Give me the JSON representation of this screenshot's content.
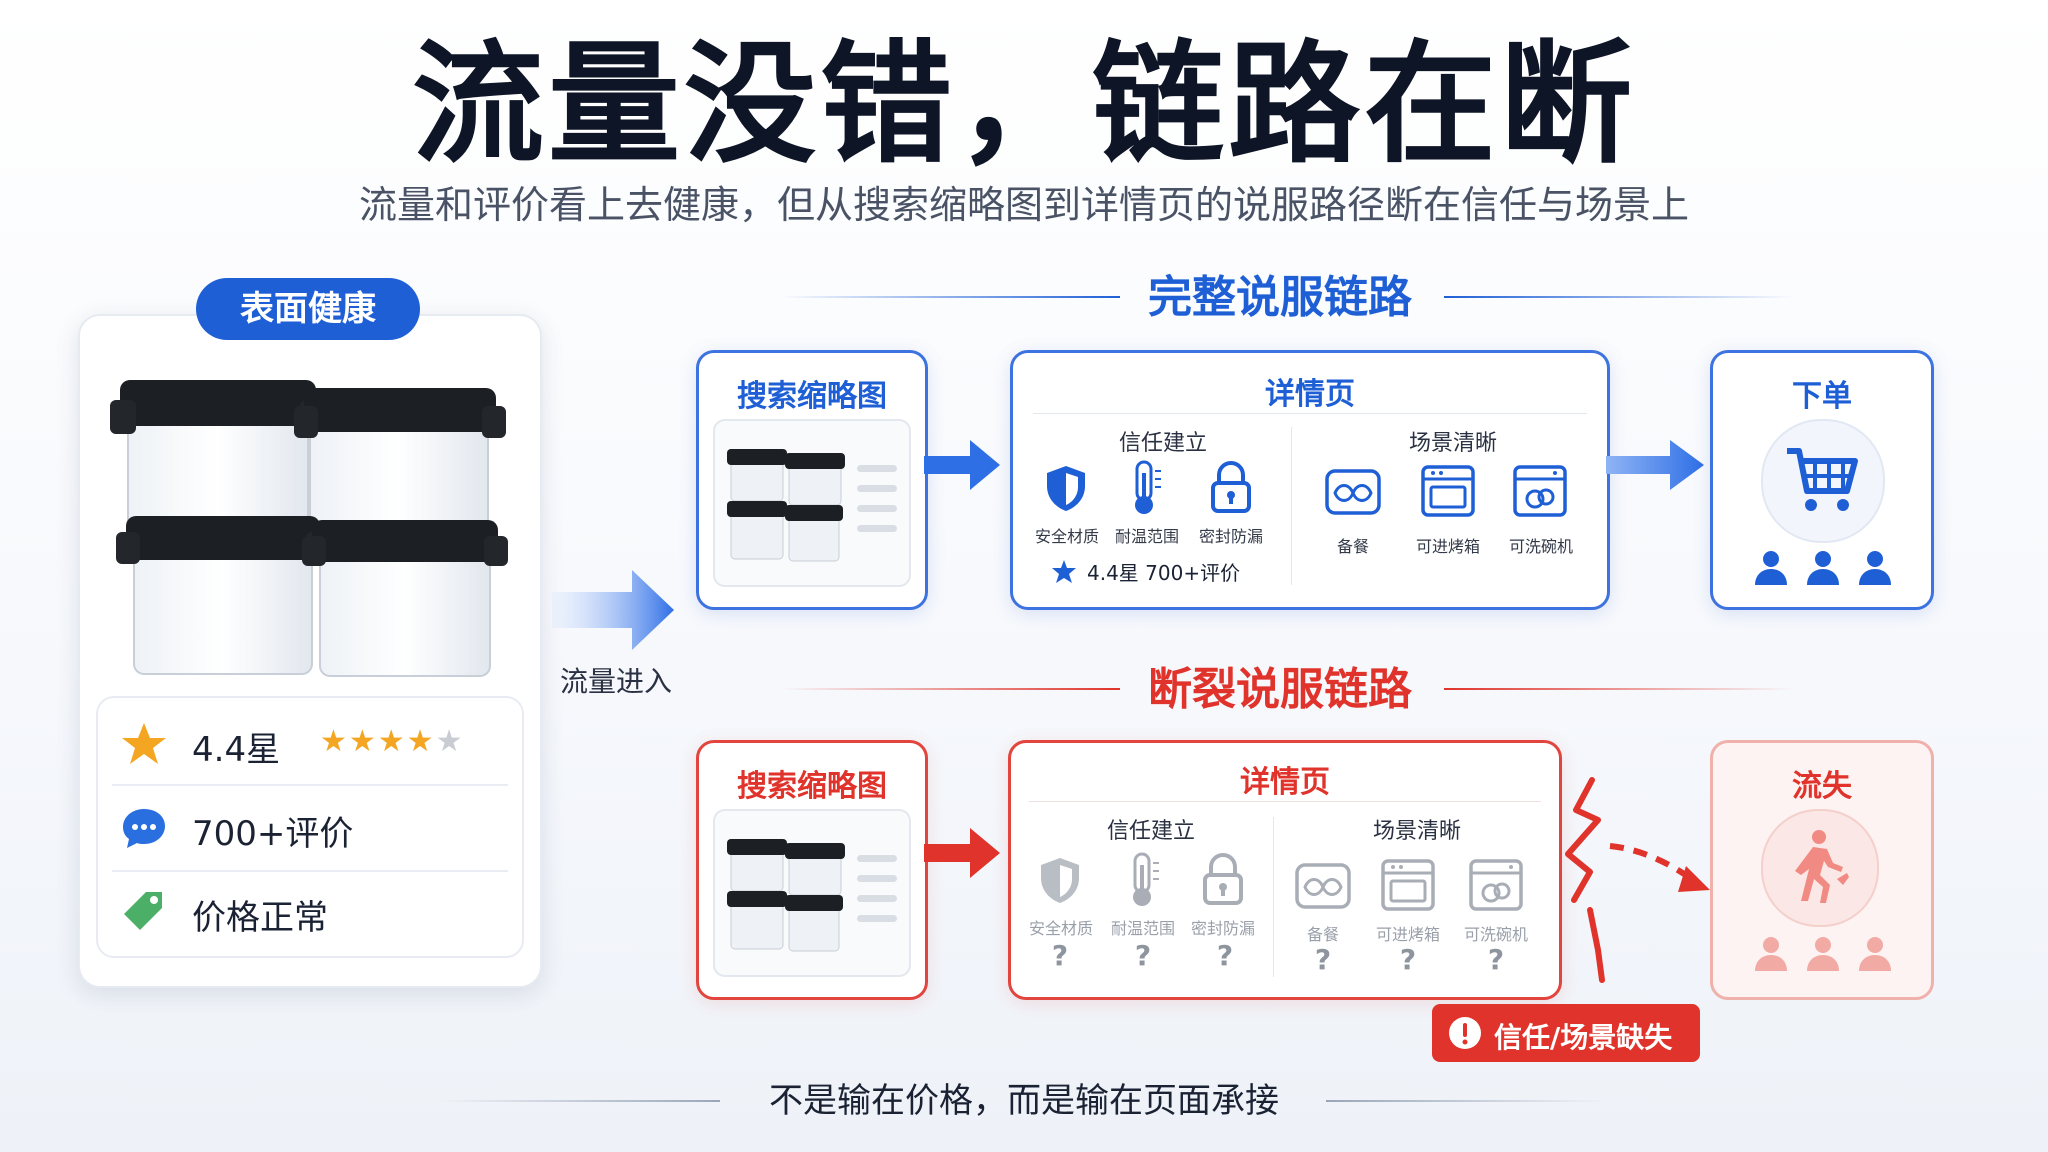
{
  "title": "流量没错，链路在断",
  "subtitle": "流量和评价看上去健康，但从搜索缩略图到详情页的说服路径断在信任与场景上",
  "left_panel": {
    "badge": "表面健康",
    "metrics": [
      {
        "icon": "star-icon",
        "text": "4.4星"
      },
      {
        "icon": "chat-bubble-icon",
        "text": "700+评价"
      },
      {
        "icon": "price-tag-icon",
        "text": "价格正常"
      }
    ],
    "star_rating": 4.4
  },
  "traffic_label": "流量进入",
  "complete_chain": {
    "title": "完整说服链路",
    "search_box": {
      "title": "搜索缩略图"
    },
    "detail_box": {
      "title": "详情页",
      "trust": {
        "title": "信任建立",
        "items": [
          "安全材质",
          "耐温范围",
          "密封防漏"
        ]
      },
      "scene": {
        "title": "场景清晰",
        "items": [
          "备餐",
          "可进烤箱",
          "可洗碗机"
        ]
      },
      "rating_line": "4.4星  700+评价"
    },
    "order_box": {
      "title": "下单"
    }
  },
  "broken_chain": {
    "title": "断裂说服链路",
    "search_box": {
      "title": "搜索缩略图"
    },
    "detail_box": {
      "title": "详情页",
      "trust": {
        "title": "信任建立",
        "items": [
          "安全材质",
          "耐温范围",
          "密封防漏"
        ]
      },
      "scene": {
        "title": "场景清晰",
        "items": [
          "备餐",
          "可进烤箱",
          "可洗碗机"
        ]
      },
      "question_mark": "?"
    },
    "loss_box": {
      "title": "流失"
    },
    "alert": "信任/场景缺失"
  },
  "footer": "不是输在价格，而是输在页面承接",
  "colors": {
    "blue": "#1f5fd6",
    "red": "#e0332b",
    "star": "#f4a623"
  }
}
